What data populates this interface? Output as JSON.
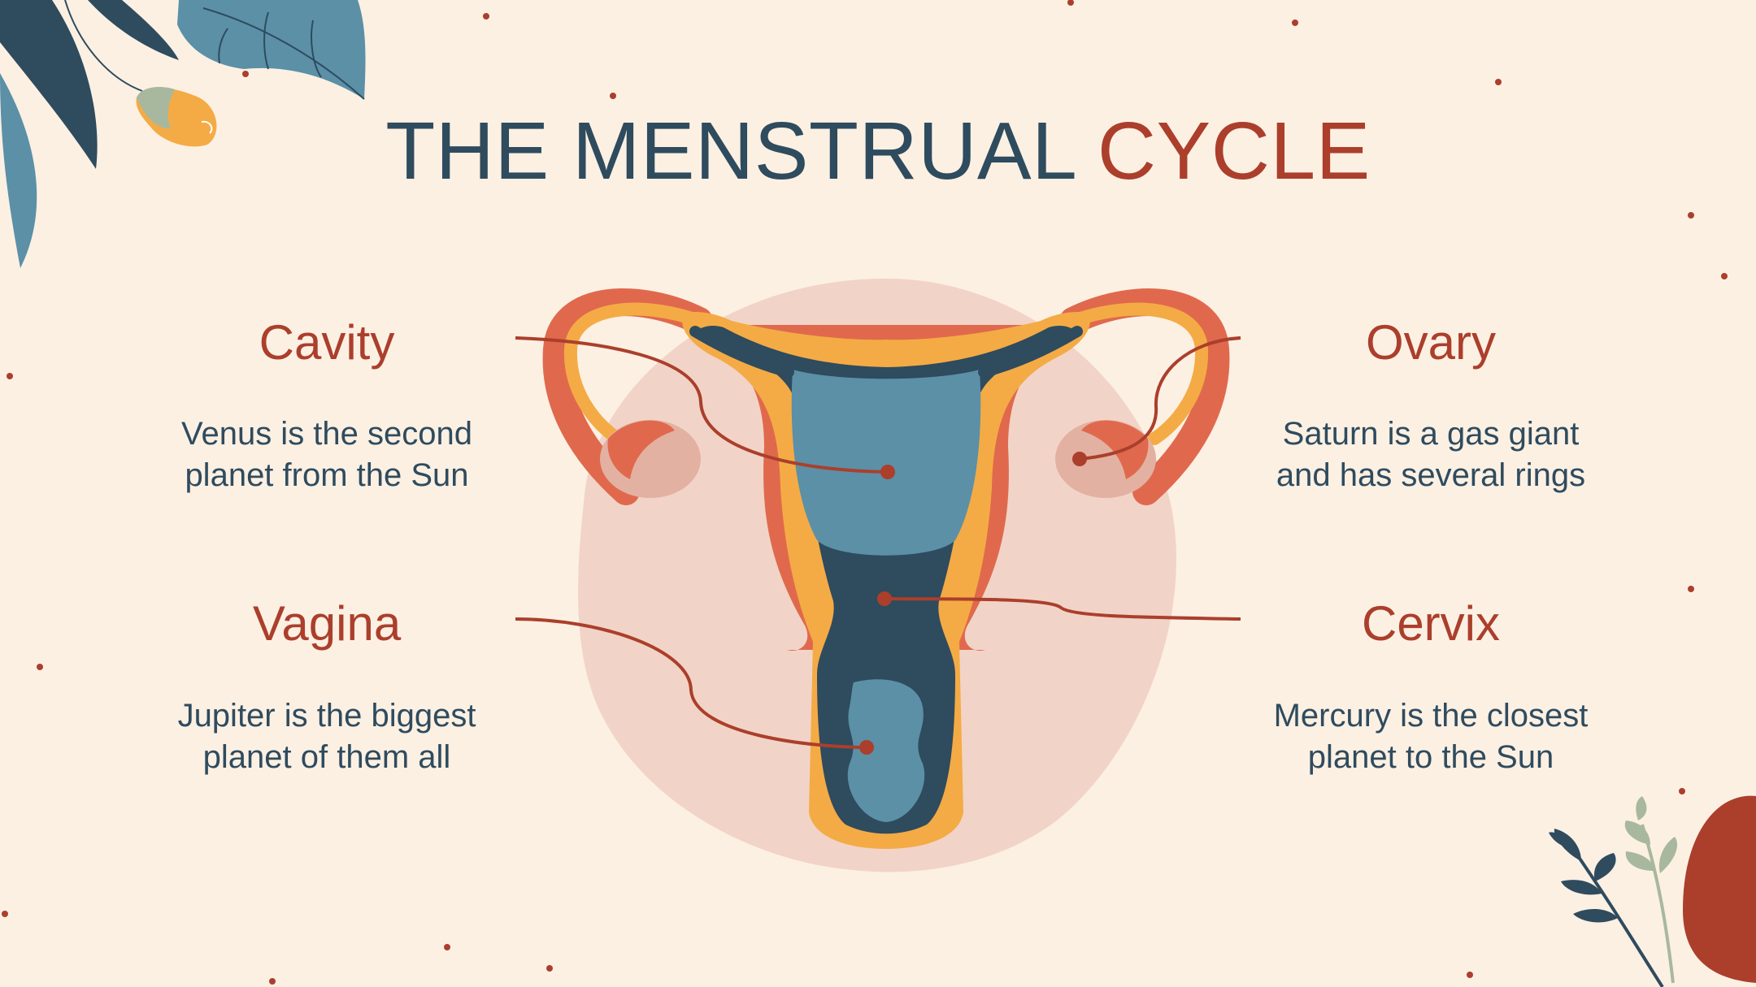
{
  "slide": {
    "title_main": "THE MENSTRUAL ",
    "title_accent": "CYCLE",
    "labels": [
      {
        "name": "Cavity",
        "desc_line1": "Venus is the second",
        "desc_line2": "planet from the Sun"
      },
      {
        "name": "Vagina",
        "desc_line1": "Jupiter is the biggest",
        "desc_line2": "planet of them all"
      },
      {
        "name": "Ovary",
        "desc_line1": "Saturn is a gas giant",
        "desc_line2": "and has several rings"
      },
      {
        "name": "Cervix",
        "desc_line1": "Mercury is the closest",
        "desc_line2": "planet to the Sun"
      }
    ]
  },
  "colors": {
    "background": "#fcf0e3",
    "navy": "#2f4b5e",
    "rust": "#ab3f2c",
    "orange": "#f4ab45",
    "coral": "#e0694d",
    "teal": "#5b90a7",
    "blush": "#f1d4c7"
  }
}
